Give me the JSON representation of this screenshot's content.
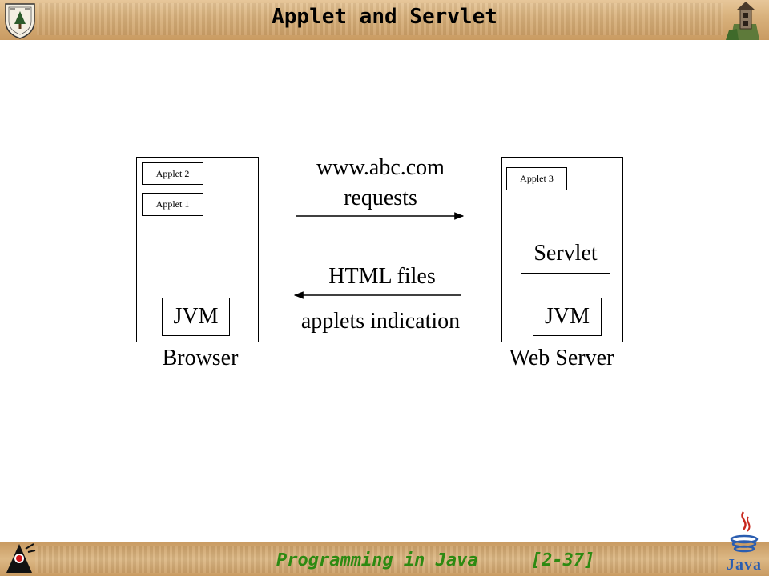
{
  "header": {
    "title": "Applet and Servlet"
  },
  "footer": {
    "course": "Programming in Java",
    "page": "[2-37]"
  },
  "browser": {
    "label": "Browser",
    "applets": [
      "Applet 2",
      "Applet 1"
    ],
    "jvm": "JVM"
  },
  "server": {
    "label": "Web Server",
    "applet": "Applet 3",
    "servlet": "Servlet",
    "jvm": "JVM"
  },
  "request": {
    "line1": "www.abc.com",
    "line2": "requests"
  },
  "response": {
    "line1": "HTML files",
    "line2": "applets indication"
  },
  "logo": {
    "text": "Java"
  }
}
